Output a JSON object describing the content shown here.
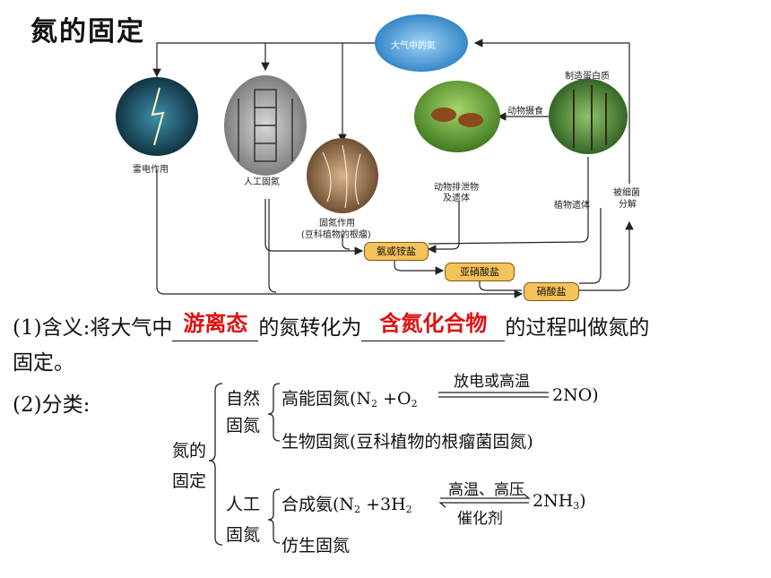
{
  "title": "氮的固定",
  "diagram": {
    "atmosphere": "大气中的氮",
    "lightning": "雷电作用",
    "industrial": "人工固氮",
    "biological_line1": "固氮作用",
    "biological_line2": "(豆科植物的根瘤)",
    "animal_excretion_line1": "动物排泄物",
    "animal_excretion_line2": "及遗体",
    "animal_eating": "动物摄食",
    "make_protein": "制造蛋白质",
    "plant_remains": "植物遗体",
    "bacteria_line1": "被细菌",
    "bacteria_line2": "分解",
    "ammonia_salt": "氨或铵盐",
    "nitrite": "亚硝酸盐",
    "nitrate": "硝酸盐"
  },
  "definition": {
    "prefix": "(1)含义:将大气中",
    "answer1": "游离态",
    "middle": "的氮转化为",
    "answer2": "含氮化合物",
    "suffix": "的过程叫做氮的",
    "continuation": "固定。"
  },
  "classification": {
    "heading": "(2)分类:",
    "root_line1": "氮的",
    "root_line2": "固定",
    "natural_line1": "自然",
    "natural_line2": "固氮",
    "high_energy_prefix": "高能固氮(N",
    "high_energy_plus": " +O",
    "high_energy_condition": "放电或高温",
    "high_energy_product": "2NO)",
    "biological": "生物固氮(豆科植物的根瘤菌固氮)",
    "artificial_line1": "人工",
    "artificial_line2": "固氮",
    "synthesis_prefix": "合成氨(N",
    "synthesis_plus": " +3H",
    "synthesis_condition_top": "高温、高压",
    "synthesis_condition_bottom": "催化剂",
    "synthesis_product": "2NH",
    "synthesis_close": ")",
    "biomimetic": "仿生固氮",
    "sub2": "2",
    "sub3": "3"
  }
}
